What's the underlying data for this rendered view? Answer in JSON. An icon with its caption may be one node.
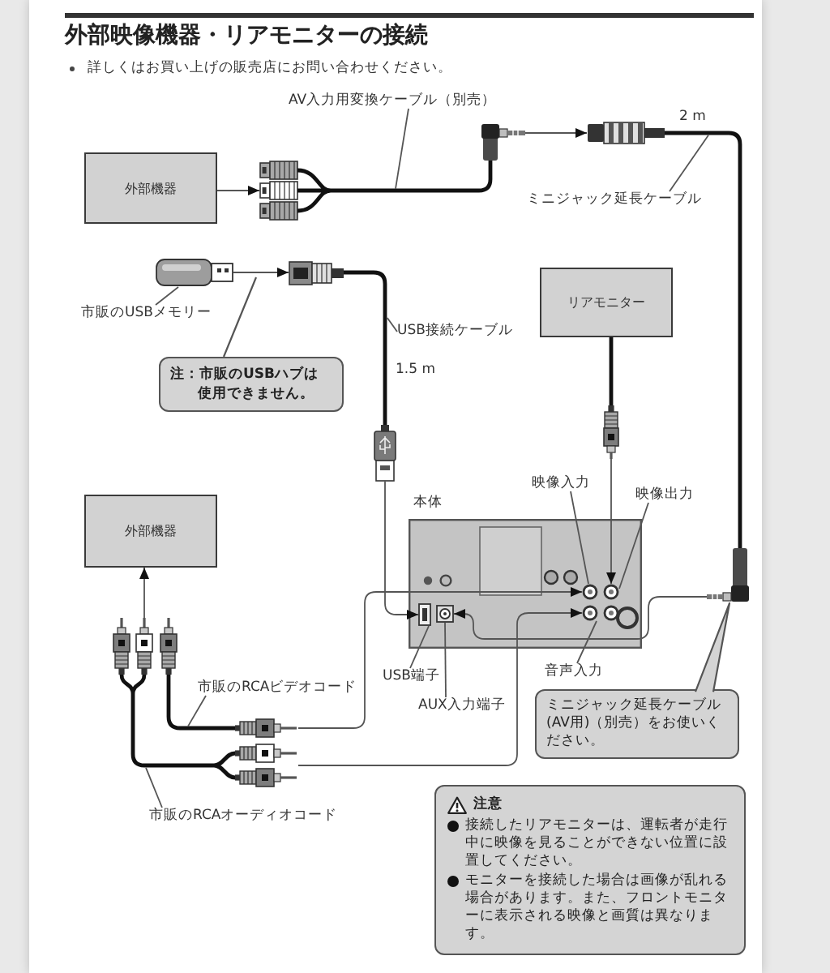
{
  "diagram": {
    "title": "外部映像機器・リアモニターの接続",
    "nodes": [
      {
        "text": [
          "AV入力用変換ケーブル（別売）"
        ]
      },
      {
        "text": [
          "外部機器"
        ]
      },
      {
        "text": [],
        "shape": "picture"
      },
      {
        "text": [],
        "shape": "picture"
      },
      {
        "text": [],
        "shape": "picture"
      },
      {
        "text": [
          "ミニジャック延長ケーブル"
        ]
      },
      {
        "text": [],
        "shape": "picture"
      },
      {
        "text": [
          "市販のUSBメモリー"
        ]
      },
      {
        "text": [],
        "shape": "picture"
      },
      {
        "text": [
          "USB接続ケーブル"
        ]
      },
      {
        "text": [
          "注：市販のUSBハブは使用できません。"
        ]
      },
      {
        "text": [
          "リアモニター"
        ]
      },
      {
        "text": [],
        "shape": "picture"
      },
      {
        "text": [],
        "shape": "picture"
      },
      {
        "text": [
          "映像入力"
        ]
      },
      {
        "text": [
          "映像出力"
        ]
      },
      {
        "text": [
          "本体"
        ]
      },
      {
        "text": [],
        "shape": "circle",
        "in": 16
      },
      {
        "text": [],
        "shape": "circle",
        "in": 16
      },
      {
        "text": [],
        "shape": "circle",
        "in": 16
      },
      {
        "text": [],
        "shape": "box",
        "in": 16
      },
      {
        "text": [],
        "shape": "box",
        "in": 16
      },
      {
        "text": [],
        "shape": "picture"
      },
      {
        "text": [
          "外部機器"
        ]
      },
      {
        "text": [],
        "shape": "picture"
      },
      {
        "text": [],
        "shape": "picture"
      },
      {
        "text": [
          "市販のRCAビデオコード"
        ]
      },
      {
        "text": [
          "USB端子"
        ]
      },
      {
        "text": [
          "音声入力"
        ]
      },
      {
        "text": [
          "AUX入力端子"
        ]
      },
      {
        "text": [
          "ミニジャック延長ケーブル(AV用)（別売）をお使いください。"
        ]
      },
      {
        "text": [],
        "shape": "picture"
      },
      {
        "text": [],
        "shape": "picture"
      },
      {
        "text": [
          "市販のRCAオーディオコード"
        ]
      },
      {
        "text": [
          "注意",
          "接続したリアモニターは、運転者が走行中に映像を見ることができない位置に設置してください。",
          "モニターを接続した場合は画像が乱れる場合があります。また、フロントモニターに表示される映像と画質は異なります。"
        ]
      }
    ],
    "edges": [
      {
        "from": 0,
        "to": null,
        "arrow": "none"
      },
      {
        "from": 1,
        "to": 2,
        "arrow": "to"
      },
      {
        "from": 2,
        "to": 3,
        "arrow": "none",
        "style": "thick"
      },
      {
        "from": 3,
        "to": 4,
        "arrow": "to"
      },
      {
        "from": 4,
        "to": 22,
        "arrow": "none",
        "style": "thick",
        "label": "2 m"
      },
      {
        "from": 5,
        "to": null,
        "arrow": "none"
      },
      {
        "from": 7,
        "to": 6,
        "arrow": "none"
      },
      {
        "from": 6,
        "to": 8,
        "arrow": "to"
      },
      {
        "from": 8,
        "to": 12,
        "arrow": "none",
        "style": "thick",
        "label": "1.5 m"
      },
      {
        "from": 9,
        "to": null,
        "arrow": "none"
      },
      {
        "from": 10,
        "to": null,
        "arrow": "none"
      },
      {
        "from": 11,
        "to": 13,
        "arrow": "none",
        "style": "thick"
      },
      {
        "from": 13,
        "to": 18,
        "arrow": "to"
      },
      {
        "from": 12,
        "to": 20,
        "arrow": "to"
      },
      {
        "from": 14,
        "to": 17,
        "arrow": "none"
      },
      {
        "from": 15,
        "to": 18,
        "arrow": "none"
      },
      {
        "from": 22,
        "to": 21,
        "arrow": "to"
      },
      {
        "from": 24,
        "to": 23,
        "arrow": "to"
      },
      {
        "from": 25,
        "to": 31,
        "arrow": "none",
        "style": "thick"
      },
      {
        "from": 26,
        "to": null,
        "arrow": "none"
      },
      {
        "from": 31,
        "to": 17,
        "arrow": "to"
      },
      {
        "from": 24,
        "to": 32,
        "arrow": "none",
        "style": "thick"
      },
      {
        "from": 32,
        "to": 19,
        "arrow": "to"
      },
      {
        "from": 27,
        "to": 20,
        "arrow": "none"
      },
      {
        "from": 28,
        "to": 19,
        "arrow": "none"
      },
      {
        "from": 29,
        "to": 21,
        "arrow": "none"
      },
      {
        "from": 30,
        "to": 22,
        "arrow": "none"
      },
      {
        "from": 33,
        "to": null,
        "arrow": "none"
      }
    ],
    "labels": [
      "詳しくはお買い上げの販売店にお問い合わせください。"
    ]
  }
}
